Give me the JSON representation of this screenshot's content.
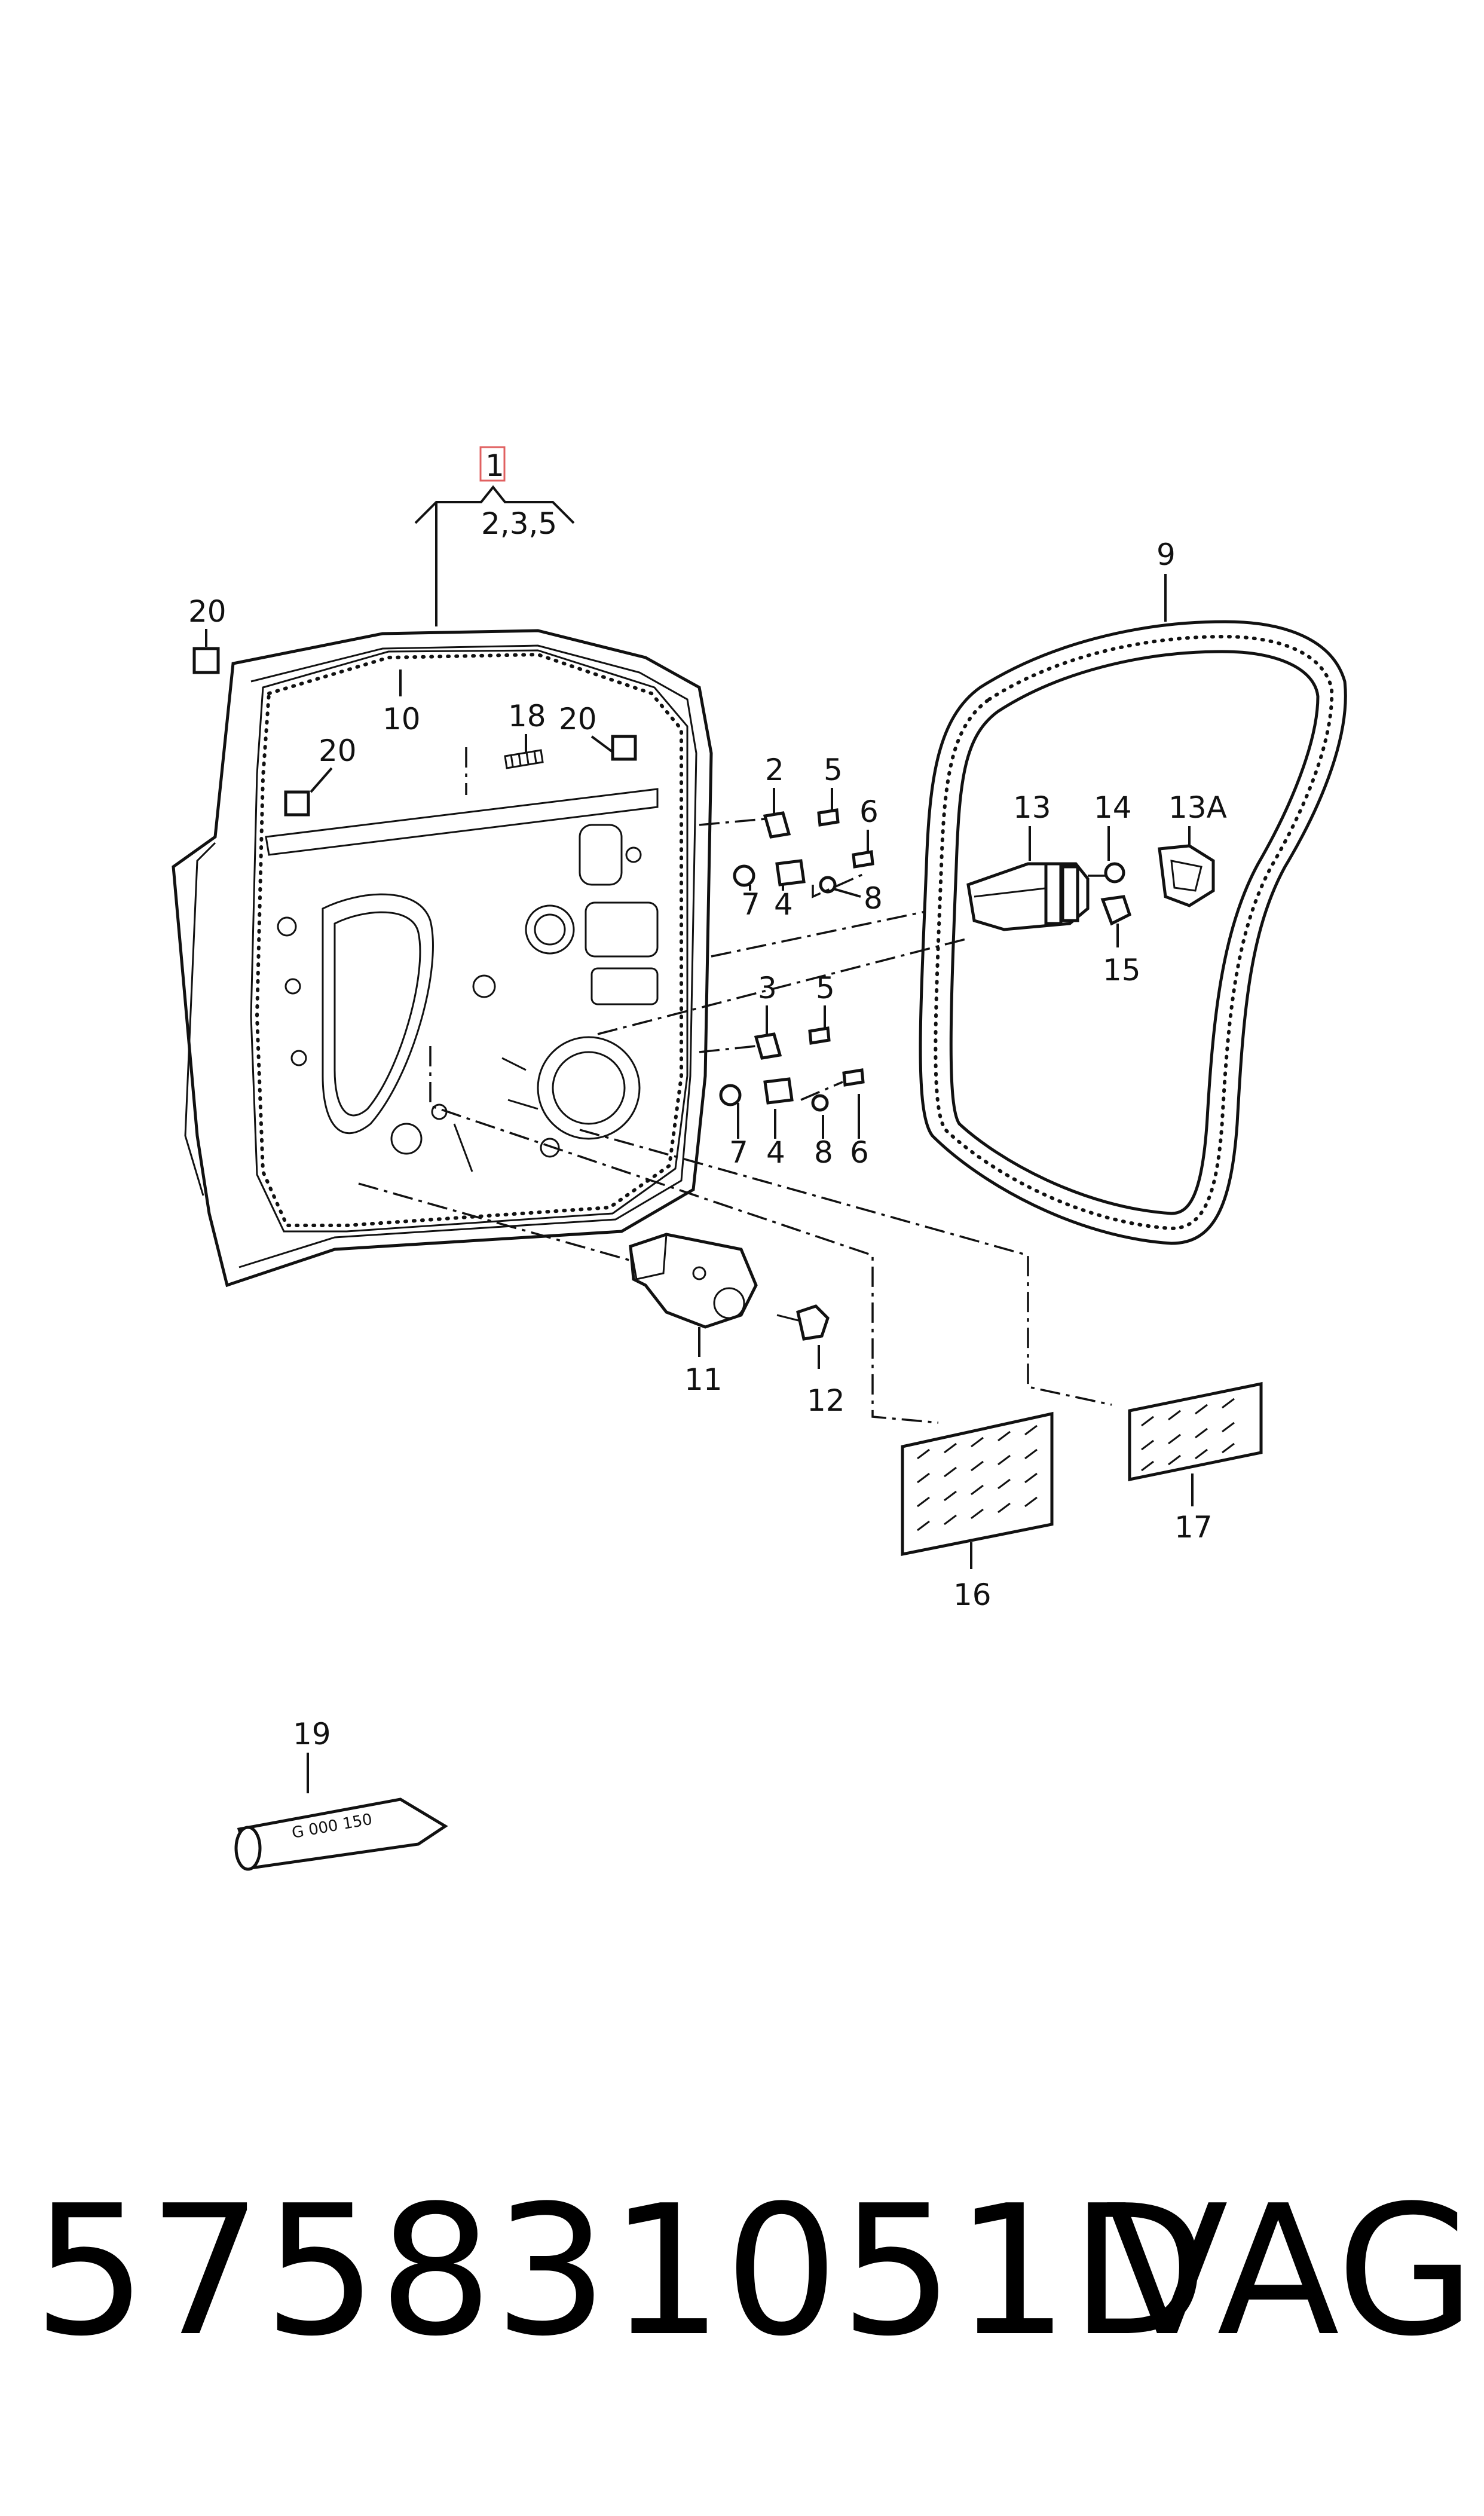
{
  "callouts": {
    "c1": "1",
    "c2_3_5": "2,3,5",
    "c20a": "20",
    "c10": "10",
    "c18": "18",
    "c20b": "20",
    "c20c": "20",
    "c2": "2",
    "c5a": "5",
    "c6a": "6",
    "c7a": "7",
    "c4a": "4",
    "c8a": "8",
    "c3": "3",
    "c5b": "5",
    "c7b": "7",
    "c4b": "4",
    "c8b": "8",
    "c6b": "6",
    "c9": "9",
    "c13": "13",
    "c14": "14",
    "c13A": "13A",
    "c15": "15",
    "c11": "11",
    "c12": "12",
    "c16": "16",
    "c17": "17",
    "c19": "19"
  },
  "tube_label": "G 000 150",
  "footer": {
    "part_number": "575831051D",
    "brand": "VAG"
  },
  "colors": {
    "highlight_box": "#e06060",
    "ink": "#111111"
  }
}
